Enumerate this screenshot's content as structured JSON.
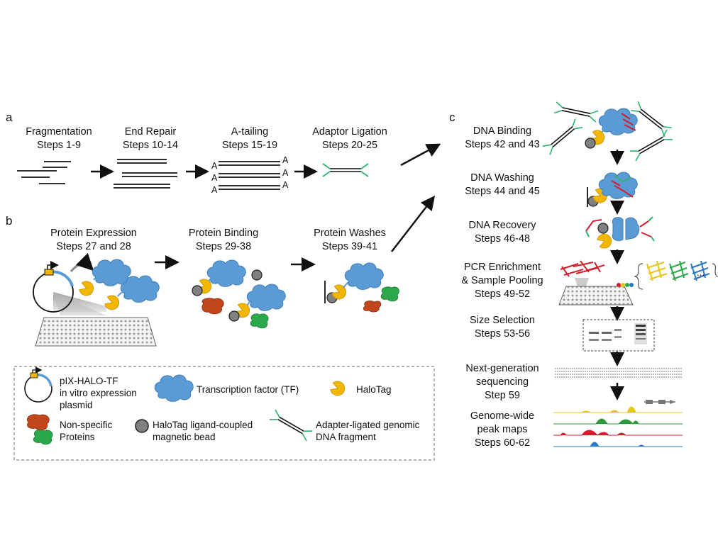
{
  "panels": {
    "a": "a",
    "b": "b",
    "c": "c"
  },
  "panel_a": {
    "steps": [
      {
        "name": "Fragmentation",
        "steps": "Steps 1-9"
      },
      {
        "name": "End Repair",
        "steps": "Steps 10-14"
      },
      {
        "name": "A-tailing",
        "steps": "Steps 15-19"
      },
      {
        "name": "Adaptor Ligation",
        "steps": "Steps 20-25"
      }
    ],
    "a_letter": "A"
  },
  "panel_b": {
    "steps": [
      {
        "name": "Protein Expression",
        "steps": "Steps 27 and 28"
      },
      {
        "name": "Protein Binding",
        "steps": "Steps 29-38"
      },
      {
        "name": "Protein Washes",
        "steps": "Steps 39-41"
      }
    ]
  },
  "panel_c": {
    "steps": [
      {
        "name": "DNA Binding",
        "steps": "Steps 42 and 43"
      },
      {
        "name": "DNA Washing",
        "steps": "Steps 44 and 45"
      },
      {
        "name": "DNA Recovery",
        "steps": "Steps 46-48"
      },
      {
        "name": "PCR Enrichment",
        "name2": "& Sample Pooling",
        "steps": "Steps 49-52"
      },
      {
        "name": "Size Selection",
        "steps": "Steps 53-56"
      },
      {
        "name": "Next-generation",
        "name2": "sequencing",
        "steps": "Step 59"
      },
      {
        "name": "Genome-wide",
        "name2": "peak maps",
        "steps": "Steps 60-62"
      }
    ],
    "ellipsis": "..."
  },
  "legend": {
    "plasmid_line1": "pIX-HALO-TF",
    "plasmid_line2": "in vitro expression",
    "plasmid_line3": "plasmid",
    "tf": "Transcription factor (TF)",
    "halotag": "HaloTag",
    "nonspecific_line1": "Non-specific",
    "nonspecific_line2": "Proteins",
    "bead_line1": "HaloTag ligand-coupled",
    "bead_line2": "magnetic bead",
    "dna_line1": "Adapter-ligated genomic",
    "dna_line2": "DNA fragment"
  },
  "colors": {
    "tf_blue": "#5b9bd5",
    "halotag_yellow": "#f2b705",
    "nonspecific_red": "#c0461c",
    "nonspecific_green": "#2aa84a",
    "bead_gray": "#808080",
    "adapter_green": "#2db36a",
    "peak_yellow": "#e8c51c",
    "peak_green": "#2c9a3a",
    "peak_red": "#d21f2b",
    "peak_blue": "#2a78c2"
  }
}
